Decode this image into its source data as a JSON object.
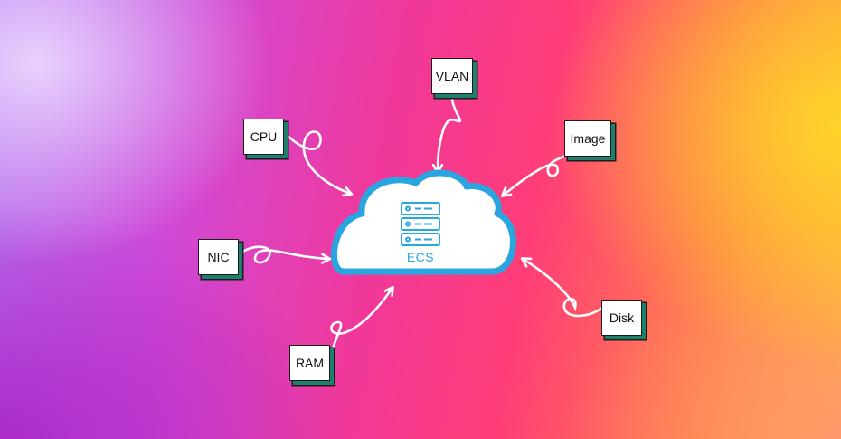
{
  "center": {
    "label": "ECS",
    "icon": "server-rack-icon",
    "cloud_fill": "#ffffff",
    "cloud_stroke": "#29a6df",
    "icon_color": "#29a6df"
  },
  "nodes": {
    "cpu": "CPU",
    "vlan": "VLAN",
    "image": "Image",
    "nic": "NIC",
    "ram": "RAM",
    "disk": "Disk"
  },
  "colors": {
    "node_bg": "#ffffff",
    "node_shadow": "#1e7f6c",
    "arrow": "#ffffff"
  }
}
